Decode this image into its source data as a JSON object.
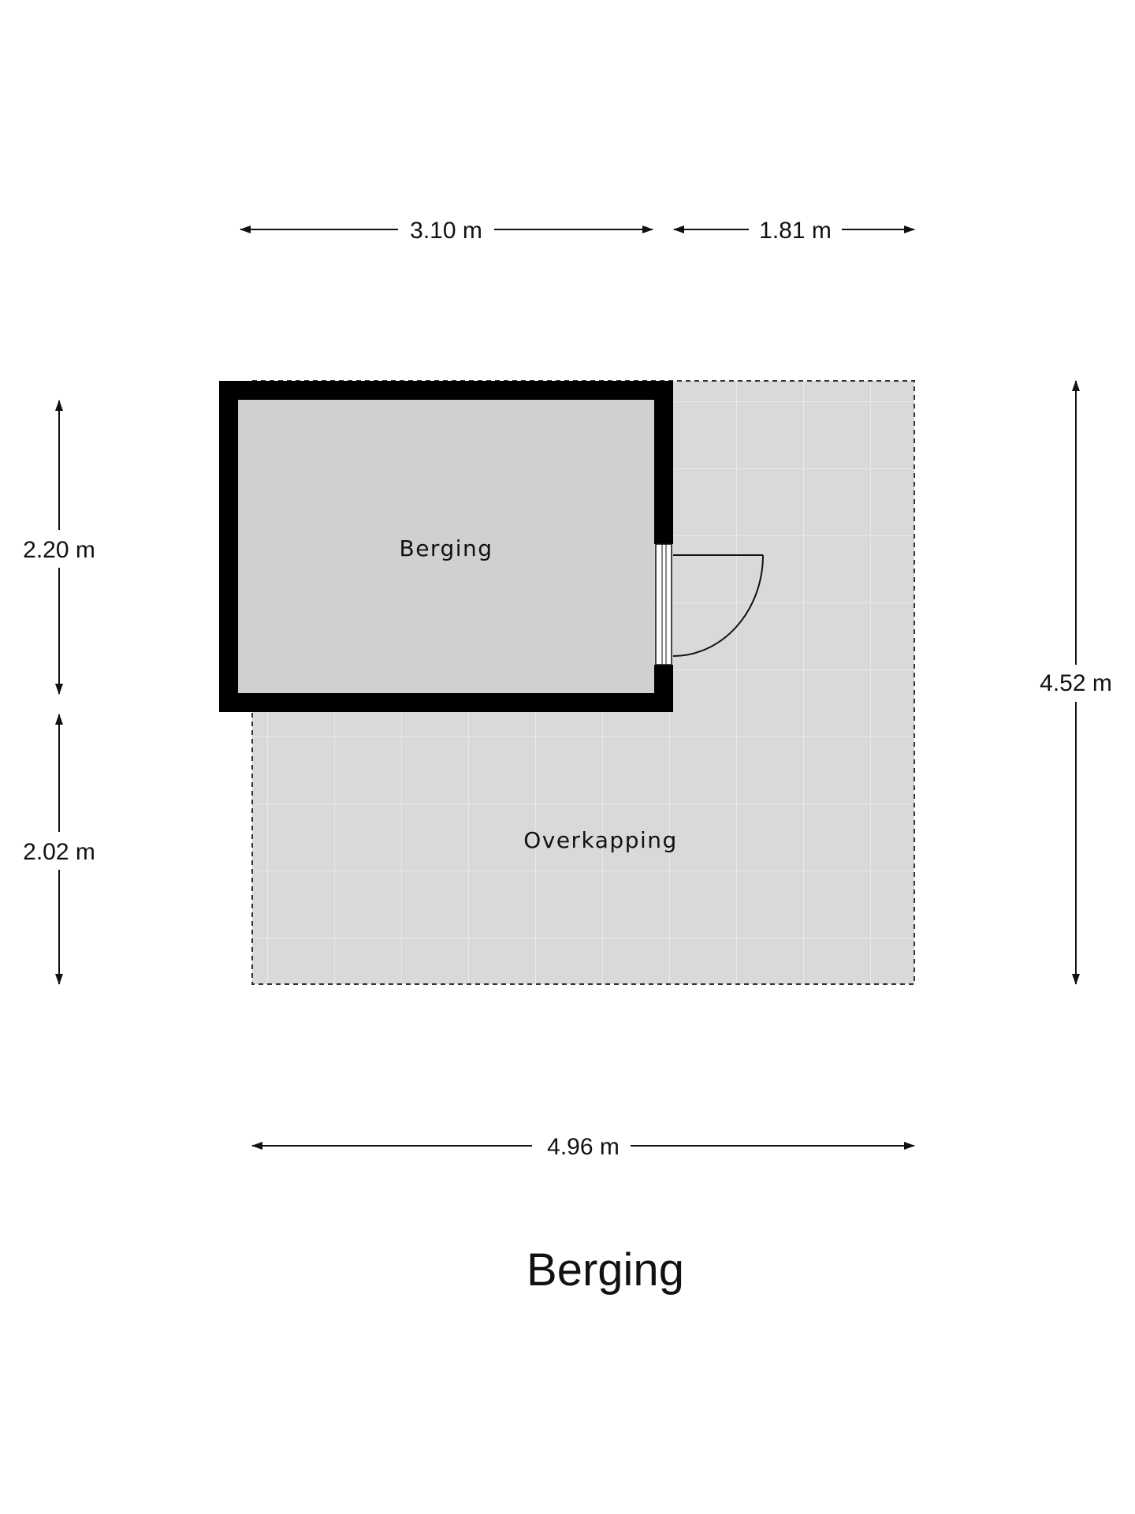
{
  "title": "Berging",
  "rooms": {
    "berging": "Berging",
    "overkapping": "Overkapping"
  },
  "dimensions": {
    "top_left": "3.10 m",
    "top_right": "1.81 m",
    "left_upper": "2.20 m",
    "left_lower": "2.02 m",
    "right": "4.52 m",
    "bottom": "4.96 m"
  },
  "colors": {
    "wall": "#000000",
    "berging_floor": "#d0d0d0",
    "overkapping_floor": "#d9d9d9",
    "tile_line": "#e6e6e6"
  }
}
